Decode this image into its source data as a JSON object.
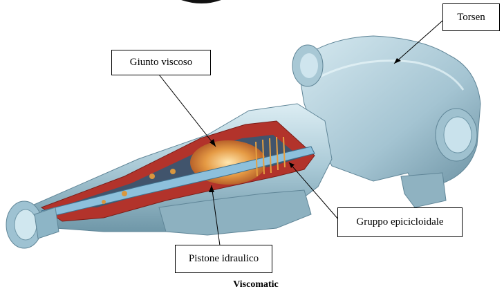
{
  "labels": {
    "torsen": "Torsen",
    "giunto_viscoso": "Giunto viscoso",
    "gruppo_epicicloidale": "Gruppo epicicloidale",
    "pistone_idraulico": "Pistone idraulico"
  },
  "caption": "Viscomatic",
  "colors": {
    "housing": "#a9c9d6",
    "housing_dark": "#6f97a8",
    "housing_light": "#d8ecf3",
    "cutaway_red": "#b2332b",
    "cutaway_orange": "#e08a3a",
    "shaft_blue": "#7fb3cf",
    "leader": "#000000"
  }
}
